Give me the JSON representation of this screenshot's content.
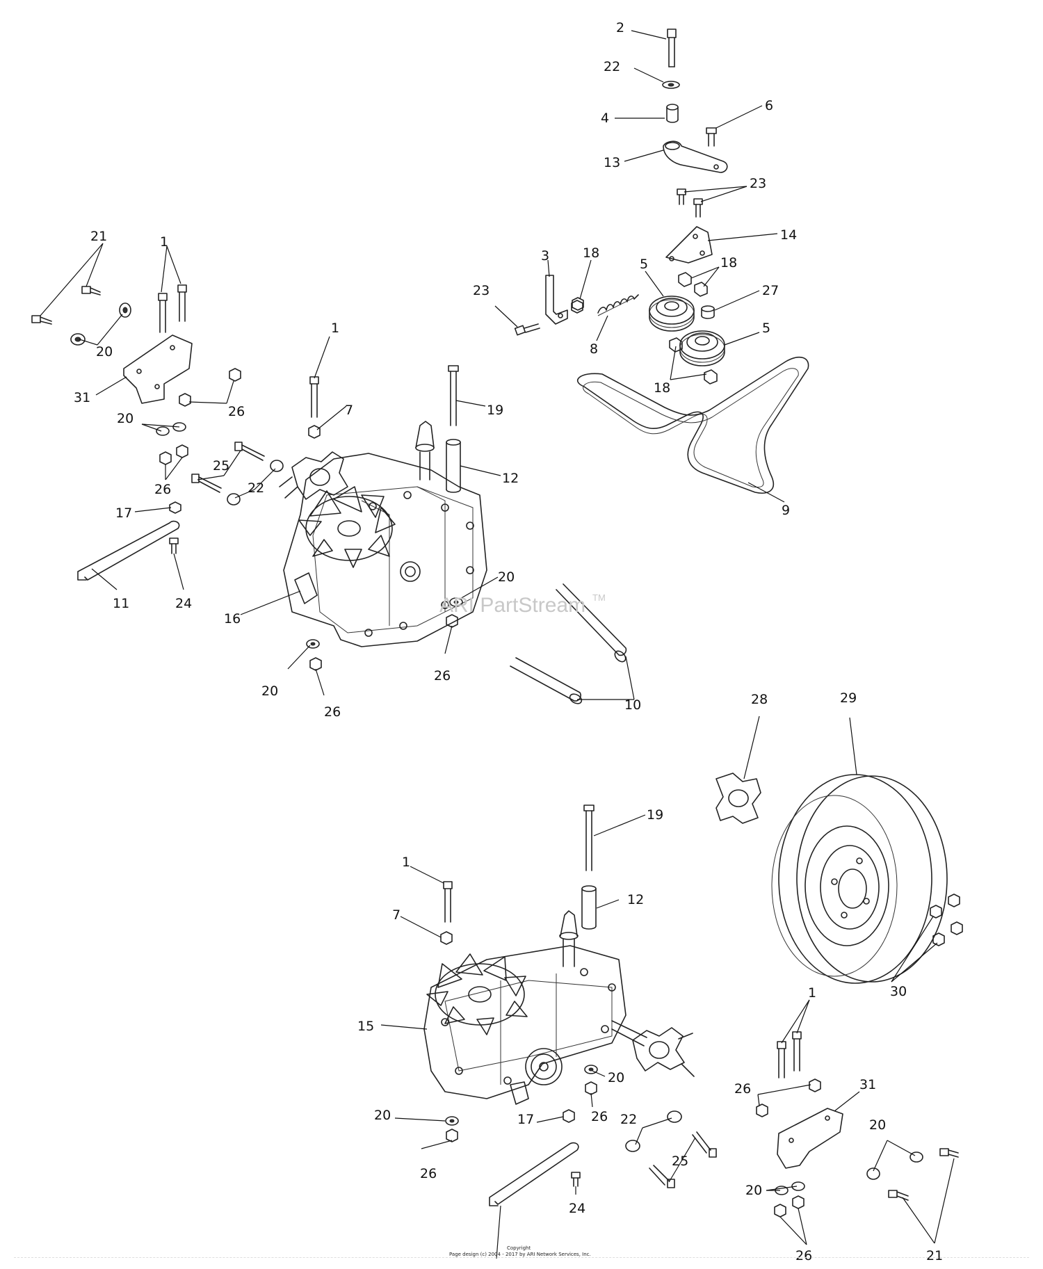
{
  "watermark": {
    "text": "ARI PartStream",
    "tm": "TM"
  },
  "copyright": {
    "line1": "Copyright",
    "line2": "Page design (c) 2004 - 2017 by ARI Network Services, Inc."
  },
  "callouts": {
    "c1a": "1",
    "c1b": "1",
    "c1c": "1",
    "c1d": "1",
    "c2": "2",
    "c3": "3",
    "c4": "4",
    "c5a": "5",
    "c5b": "5",
    "c6": "6",
    "c7a": "7",
    "c7b": "7",
    "c8": "8",
    "c9": "9",
    "c10": "10",
    "c11": "11",
    "c12a": "12",
    "c12b": "12",
    "c13": "13",
    "c14": "14",
    "c15": "15",
    "c16": "16",
    "c17a": "17",
    "c17b": "17",
    "c18a": "18",
    "c18b": "18",
    "c18c": "18",
    "c19a": "19",
    "c19b": "19",
    "c20a": "20",
    "c20b": "20",
    "c20c": "20",
    "c20d": "20",
    "c20e": "20",
    "c20f": "20",
    "c20g": "20",
    "c20h": "20",
    "c21a": "21",
    "c21b": "21",
    "c22a": "22",
    "c22b": "22",
    "c22c": "22",
    "c23a": "23",
    "c23b": "23",
    "c24a": "24",
    "c24b": "24",
    "c25a": "25",
    "c25b": "25",
    "c26a": "26",
    "c26b": "26",
    "c26c": "26",
    "c26d": "26",
    "c26e": "26",
    "c26f": "26",
    "c26g": "26",
    "c27": "27",
    "c28": "28",
    "c29": "29",
    "c30": "30",
    "c31a": "31",
    "c31b": "31"
  }
}
